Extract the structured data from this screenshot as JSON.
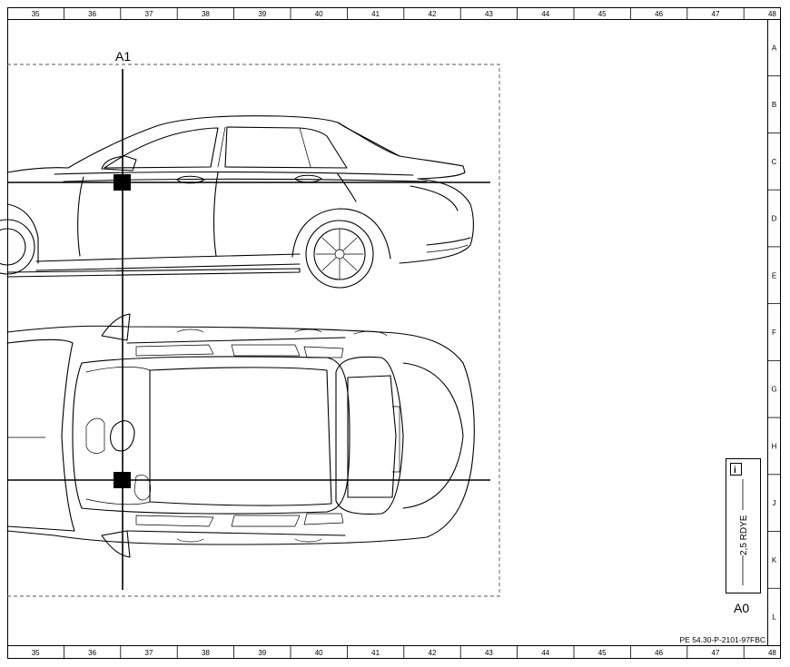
{
  "grid": {
    "columns": [
      "35",
      "36",
      "37",
      "38",
      "39",
      "40",
      "41",
      "42",
      "43",
      "44",
      "45",
      "46",
      "47",
      "48"
    ],
    "rows": [
      "A",
      "B",
      "C",
      "D",
      "E",
      "F",
      "G",
      "H",
      "J",
      "K",
      "L"
    ]
  },
  "labels": {
    "point_a1": "A1",
    "point_a0": "A0",
    "wire_spec": "2,5 RDYE",
    "info_icon": "i"
  },
  "footer": {
    "doc_number": "PE 54.30-P-2101-97FBC"
  }
}
